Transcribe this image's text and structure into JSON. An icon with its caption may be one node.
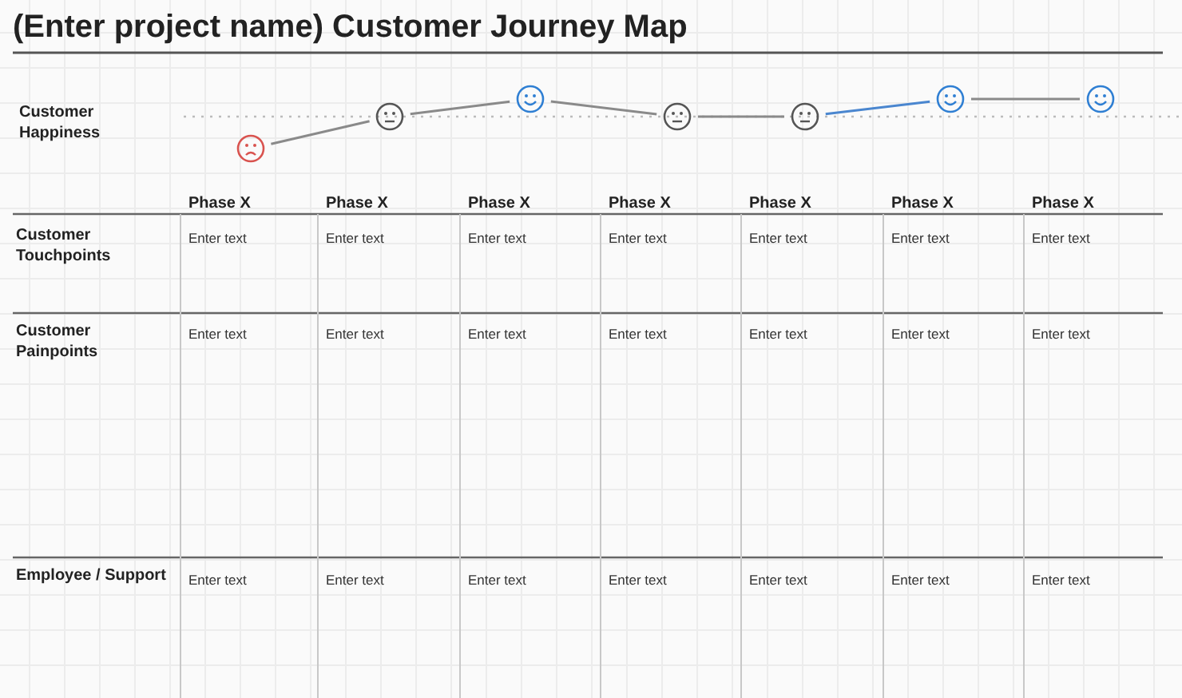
{
  "diagram": {
    "title": "(Enter project name) Customer Journey Map",
    "nodes": [
      {
        "text": [],
        "shape": "sad"
      },
      {
        "text": [],
        "shape": "neutral"
      },
      {
        "text": [],
        "shape": "happy"
      },
      {
        "text": [],
        "shape": "neutral"
      },
      {
        "text": [],
        "shape": "neutral"
      },
      {
        "text": [],
        "shape": "happy"
      },
      {
        "text": [],
        "shape": "happy"
      }
    ],
    "edges": [
      {
        "from": 0,
        "to": 1,
        "arrow": "none"
      },
      {
        "from": 1,
        "to": 2,
        "arrow": "none"
      },
      {
        "from": 2,
        "to": 3,
        "arrow": "none"
      },
      {
        "from": 3,
        "to": 4,
        "arrow": "none"
      },
      {
        "from": 4,
        "to": 5,
        "arrow": "none",
        "color": "#4a86cf"
      },
      {
        "from": 5,
        "to": 6,
        "arrow": "none"
      }
    ],
    "labels": [
      "Customer Happiness",
      "Phase X",
      "Phase X",
      "Phase X",
      "Phase X",
      "Phase X",
      "Phase X",
      "Phase X",
      "Customer Touchpoints",
      "Enter text",
      "Enter text",
      "Enter text",
      "Enter text",
      "Enter text",
      "Enter text",
      "Enter text",
      "Customer Painpoints",
      "Enter text",
      "Enter text",
      "Enter text",
      "Enter text",
      "Enter text",
      "Enter text",
      "Enter text",
      "Employee / Support",
      "Enter text",
      "Enter text",
      "Enter text",
      "Enter text",
      "Enter text",
      "Enter text",
      "Enter text"
    ]
  }
}
